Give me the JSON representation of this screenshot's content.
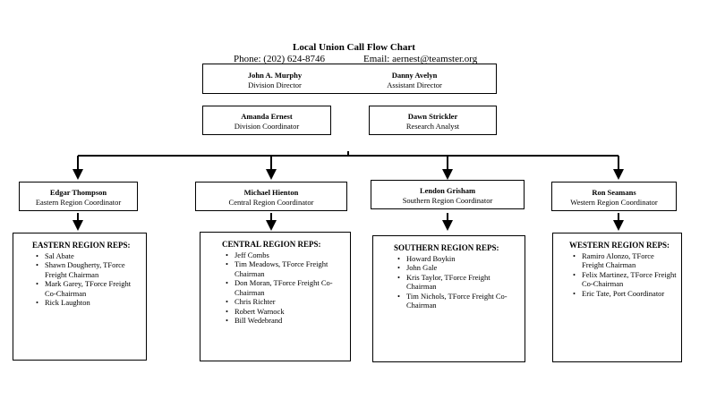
{
  "title": "Local Union Call Flow Chart",
  "phone": "Phone: (202) 624-8746",
  "email": "Email: aernest@teamster.org",
  "leaders": {
    "director": {
      "name": "John A. Murphy",
      "role": "Division Director"
    },
    "assistant": {
      "name": "Danny Avelyn",
      "role": "Assistant Director"
    }
  },
  "staff": {
    "coordinator": {
      "name": "Amanda Ernest",
      "role": "Division Coordinator"
    },
    "analyst": {
      "name": "Dawn Strickler",
      "role": "Research Analyst"
    }
  },
  "regions": [
    {
      "name": "Edgar Thompson",
      "role": "Eastern Region Coordinator",
      "reps_title": "EASTERN REGION REPS:",
      "reps": [
        "Sal Abate",
        "Shawn Dougherty, TForce Freight Chairman",
        "Mark Garey, TForce Freight Co-Chairman",
        "Rick Laughton"
      ]
    },
    {
      "name": "Michael Hienton",
      "role": "Central Region Coordinator",
      "reps_title": "CENTRAL REGION REPS:",
      "reps": [
        "Jeff Combs",
        "Tim Meadows, TForce Freight Chairman",
        "Don Moran, TForce Freight Co-Chairman",
        "Chris Richter",
        "Robert Warnock",
        "Bill Wedebrand"
      ]
    },
    {
      "name": "Lendon Grisham",
      "role": "Southern Region Coordinator",
      "reps_title": "SOUTHERN REGION REPS:",
      "reps": [
        "Howard Boykin",
        "John Gale",
        "Kris Taylor, TForce Freight Chairman",
        "Tim Nichols, TForce Freight Co-Chairman"
      ]
    },
    {
      "name": "Ron Seamans",
      "role": "Western Region Coordinator",
      "reps_title": "WESTERN REGION REPS:",
      "reps": [
        "Ramiro Alonzo, TForce Freight Chairman",
        "Felix Martinez, TForce Freight Co-Chairman",
        "Eric Tate, Port Coordinator"
      ]
    }
  ]
}
